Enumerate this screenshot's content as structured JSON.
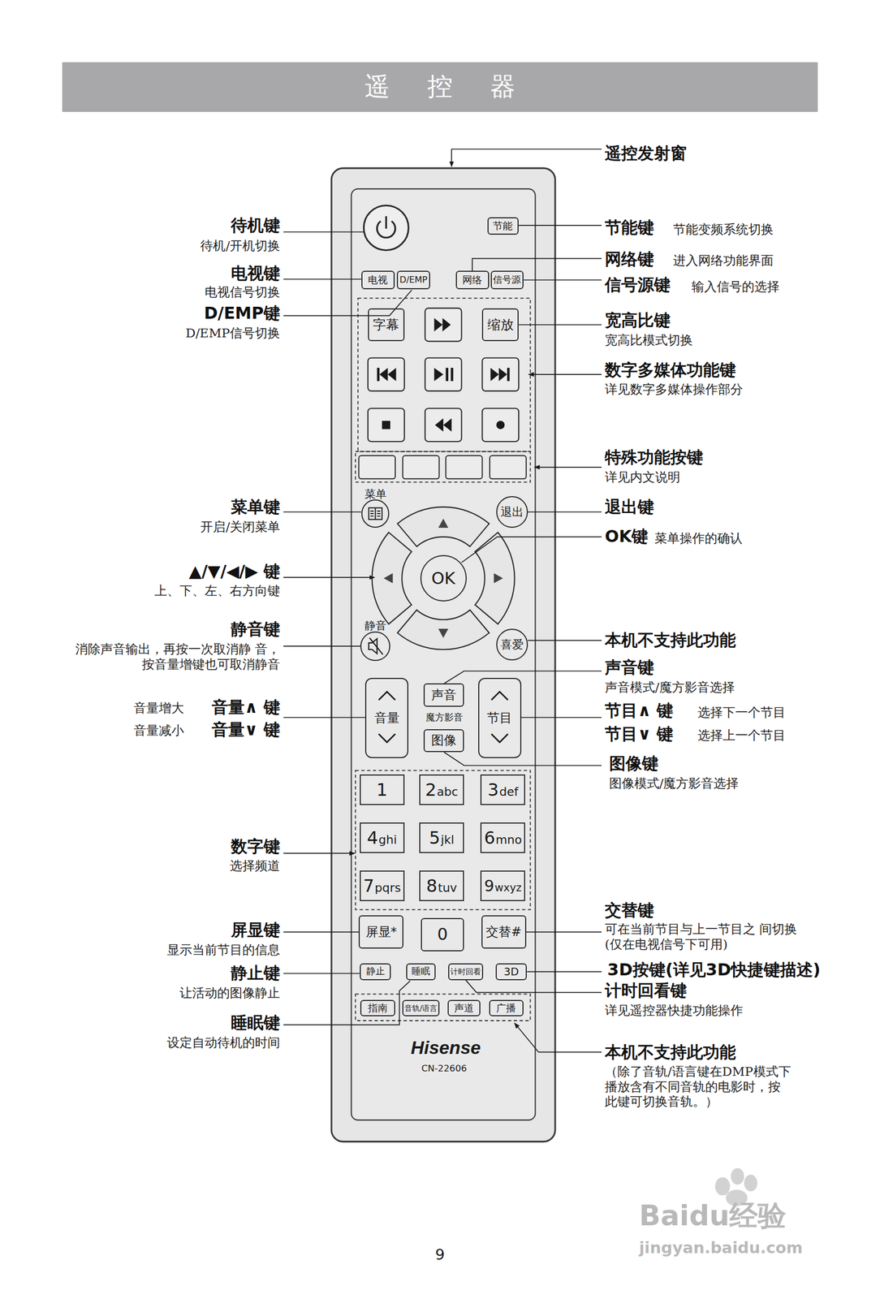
{
  "diagram": {
    "title": "遥 控 器",
    "nodes": [
      {
        "text": [
          "节能"
        ]
      },
      {
        "text": [
          "电视"
        ]
      },
      {
        "text": [
          "D/EMP"
        ]
      },
      {
        "text": [
          "网络"
        ]
      },
      {
        "text": [
          "信号源"
        ]
      },
      {
        "text": [
          "字幕"
        ]
      },
      {
        "text": [
          "缩放"
        ]
      },
      {
        "text": [
          "菜单"
        ]
      },
      {
        "text": [
          "退出"
        ]
      },
      {
        "text": [
          "OK"
        ]
      },
      {
        "text": [
          "静音"
        ]
      },
      {
        "text": [
          "喜爱"
        ]
      },
      {
        "text": [
          "音量"
        ]
      },
      {
        "text": [
          "声音"
        ]
      },
      {
        "text": [
          "节目"
        ]
      },
      {
        "text": [
          "图像"
        ]
      },
      {
        "text": [
          "1"
        ]
      },
      {
        "text": [
          "2",
          "abc"
        ]
      },
      {
        "text": [
          "3",
          "def"
        ]
      },
      {
        "text": [
          "4",
          "ghi"
        ]
      },
      {
        "text": [
          "5",
          "jkl"
        ]
      },
      {
        "text": [
          "6",
          "mno"
        ]
      },
      {
        "text": [
          "7",
          "pqrs"
        ]
      },
      {
        "text": [
          "8",
          "tuv"
        ]
      },
      {
        "text": [
          "9",
          "wxyz"
        ]
      },
      {
        "text": [
          "屏显*"
        ]
      },
      {
        "text": [
          "0"
        ]
      },
      {
        "text": [
          "交替#"
        ]
      },
      {
        "text": [
          "静止"
        ]
      },
      {
        "text": [
          "睡眠"
        ]
      },
      {
        "text": [
          "计时回看"
        ]
      },
      {
        "text": [
          "3D"
        ]
      },
      {
        "text": [
          "指南"
        ]
      },
      {
        "text": [
          "音轨/语言"
        ]
      },
      {
        "text": [
          "声道"
        ]
      },
      {
        "text": [
          "广播"
        ]
      }
    ],
    "labels": [
      "遥控发射窗",
      "待机键",
      "待机/开机切换",
      "电视键",
      "电视信号切换",
      "D/EMP键",
      "D/EMP信号切换",
      "节能键",
      "节能变频系统切换",
      "网络键",
      "进入网络功能界面",
      "信号源键",
      "输入信号的选择",
      "宽高比键",
      "宽高比模式切换",
      "数字多媒体功能键",
      "详见数字多媒体操作部分",
      "特殊功能按键",
      "详见内文说明",
      "菜单键",
      "开启/关闭菜单",
      "退出键",
      "OK键",
      "菜单操作的确认",
      "▲/▼/◀/▶ 键",
      "上、下、左、右方向键",
      "静音键",
      "消除声音输出，再按一次取消静 音，按音量增键也可取消静音",
      "本机不支持此功能",
      "声音键",
      "声音模式/魔方影音选择",
      "音量增大",
      "音量∧ 键",
      "音量减小",
      "音量∨ 键",
      "节目∧ 键",
      "选择下一个节目",
      "节目∨ 键",
      "选择上一个节目",
      "图像键",
      "图像模式/魔方影音选择",
      "数字键",
      "选择频道",
      "交替键",
      "可在当前节目与上一节目之 间切换(仅在电视信号下可用)",
      "3D按键(详见3D快捷键描述)",
      "计时回看键",
      "详见遥控器快捷功能操作",
      "本机不支持此功能",
      "（除了音轨/语言键在DMP模式下 播放含有不同音轨的电影时，按 此键可切换音轨。）",
      "屏显键",
      "显示当前节目的信息",
      "静止键",
      "让活动的图像静止",
      "睡眠键",
      "设定自动待机的时间",
      "魔方影音",
      "Hisense",
      "CN-22606",
      "9",
      "Baidu经验",
      "jingyan.baidu.com"
    ]
  }
}
